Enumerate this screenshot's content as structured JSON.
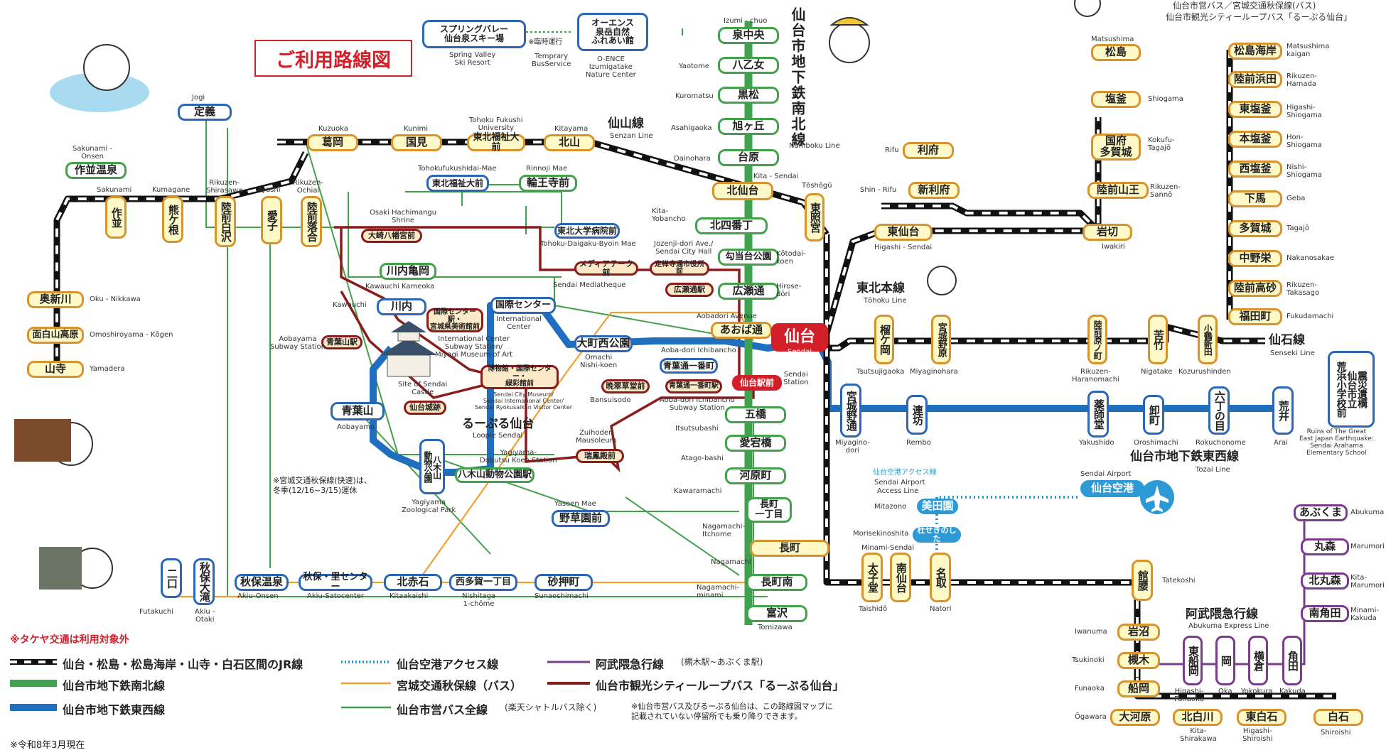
{
  "header": {
    "title": "ご利用路線図",
    "top_right_1": "仙台市営バス／宮城交通秋保線(バス)",
    "top_right_2": "仙台市観光シティーループバス「るーぷる仙台」"
  },
  "colors": {
    "jr": "#111111",
    "namboku": "#3fa34d",
    "tozai": "#1f6fbf",
    "airport": "#2d9ad6",
    "abukuma": "#7b3c8f",
    "akiu_bus": "#f0a030",
    "loople": "#8b1c1c",
    "city_bus": "#44a14b",
    "station_fill": "#fff9c8",
    "station_border": "#d9932c",
    "accent_red": "#d21f2a"
  },
  "line_names": {
    "namboku_jp": "仙台市地下鉄南北線",
    "namboku_en": "Namboku Line",
    "senzan_jp": "仙山線",
    "senzan_en": "Senzan Line",
    "tohoku_jp": "東北本線",
    "tohoku_en": "Tōhoku Line",
    "senseki_jp": "仙石線",
    "senseki_en": "Senseki Line",
    "tozai_jp": "仙台市地下鉄東西線",
    "tozai_en": "Tozai Line",
    "airport_jp": "仙台空港アクセス線",
    "airport_en1": "Sendai Airport",
    "airport_en2": "Access Line",
    "abukuma_jp": "阿武隈急行線",
    "abukuma_en": "Abukuma Express Line",
    "loople_jp": "るーぷる仙台",
    "loople_en": "Loople Sendai"
  },
  "stations": {
    "izumichuo": "泉中央",
    "izumichuo_en": "Izumi - chuo",
    "yaotome": "八乙女",
    "yaotome_en": "Yaotome",
    "kuromatsu": "黒松",
    "kuromatsu_en": "Kuromatsu",
    "asahigaoka": "旭ヶ丘",
    "asahigaoka_en": "Asahigaoka",
    "dainohara": "台原",
    "dainohara_en": "Dainohara",
    "kitasendai": "北仙台",
    "kitasendai_en": "Kita - Sendai",
    "kitayobancho": "北四番丁",
    "kitayobancho_en": "Kita-\nYobancho",
    "kotodai": "勾当台公園",
    "kotodai_en": "Kōtodai-\nkoen",
    "hirosedori": "広瀬通",
    "hirosedori_en": "Hirose-\ndōri",
    "aobadori": "あおば通",
    "aobadori_en": "Aobadori Avenue",
    "sendai": "仙台",
    "sendai_en": "Sendai",
    "itsutsubashi": "五橋",
    "itsutsubashi_en": "Itsutsubashi",
    "atagobashi": "愛宕橋",
    "atagobashi_en": "Atago-bashi",
    "kawaramachi": "河原町",
    "kawaramachi_en": "Kawaramachi",
    "nagamachi1": "長町\n一丁目",
    "nagamachi1_en": "Nagamachi-\nItchome",
    "nagamachi": "長町",
    "nagamachi_en": "Nagamachi",
    "nagamachiminami": "長町南",
    "nagamachiminami_en": "Nagamachi-\nminami",
    "tomizawa": "富沢",
    "tomizawa_en": "Tomizawa",
    "toshogu": "東照宮",
    "toshogu_en": "Tōshōgū",
    "higashisendai": "東仙台",
    "higashisendai_en": "Higashi - Sendai",
    "rifu": "利府",
    "rifu_en": "Rifu",
    "shinrifu": "新利府",
    "shinrifu_en": "Shin - Rifu",
    "iwakiri": "岩切",
    "iwakiri_en": "Iwakiri",
    "rikuzensanno": "陸前山王",
    "rikuzensanno_en": "Rikuzen-\nSannō",
    "kokufutagajo": "国府\n多賀城",
    "kokufutagajo_en": "Kokufu-\nTagajō",
    "shiogama": "塩釜",
    "shiogama_en": "Shiogama",
    "matsushima": "松島",
    "matsushima_en": "Matsushima",
    "matsushimakaigan": "松島海岸",
    "matsushimakaigan_en": "Matsushima\nkaigan",
    "rikuzenhamada": "陸前浜田",
    "rikuzenhamada_en": "Rikuzen-\nHamada",
    "higashishiogama": "東塩釜",
    "higashishiogama_en": "Higashi-\nShiogama",
    "honshiogama": "本塩釜",
    "honshiogama_en": "Hon-\nShiogama",
    "nishishiogama": "西塩釜",
    "nishishiogama_en": "Nishi-\nShiogama",
    "geba": "下馬",
    "geba_en": "Geba",
    "tagajo": "多賀城",
    "tagajo_en": "Tagajō",
    "nakanosakae": "中野栄",
    "nakanosakae_en": "Nakanosakae",
    "rikuzentakasago": "陸前高砂",
    "rikuzentakasago_en": "Rikuzen-\nTakasago",
    "fukudamachi": "福田町",
    "fukudamachi_en": "Fukudamachi",
    "kozurushinden": "小鶴新田",
    "kozurushinden_en": "Kozurushinden",
    "nigatake": "苦竹",
    "nigatake_en": "Nigatake",
    "rikuzenharanomachi": "陸前原ノ町",
    "rikuzenharanomachi_en": "Rikuzen-\nHaranomachi",
    "miyaginohara": "宮城野原",
    "miyaginohara_en": "Miyaginohara",
    "tsutsujigaoka": "榴ケ岡",
    "tsutsujigaoka_en": "Tsutsujigaoka",
    "miyaginodori": "宮城野通",
    "miyaginodori_en": "Miyagino-\ndori",
    "rembo": "連坊",
    "rembo_en": "Rembo",
    "yakushido": "薬師堂",
    "yakushido_en": "Yakushido",
    "oroshimachi": "卸町",
    "oroshimachi_en": "Oroshimachi",
    "rokuchonome": "六丁の目",
    "rokuchonome_en": "Rokuchonome",
    "arai": "荒井",
    "arai_en": "Arai",
    "arahama": "震災遺構\n仙台市立\n荒浜小学校前",
    "arahama_en": "Ruins of The Great\nEast Japan Earthquake:\nSendai Arahama\nElementary School",
    "sendaiairport": "仙台空港",
    "sendaiairport_en": "Sendai Airport",
    "mitazono": "美田園",
    "mitazono_en": "Mitazono",
    "morisekinoshita": "杜せきのした",
    "morisekinoshita_en": "Morisekinoshita",
    "minamisendai": "南仙台",
    "minamisendai_en": "Minami-Sendai",
    "taishido": "太子堂",
    "taishido_en": "Taishidō",
    "natori": "名取",
    "natori_en": "Natori",
    "tatekoshi": "館腰",
    "tatekoshi_en": "Tatekoshi",
    "iwanuma": "岩沼",
    "iwanuma_en": "Iwanuma",
    "tsukinoki": "槻木",
    "tsukinoki_en": "Tsukinoki",
    "funaoka": "船岡",
    "funaoka_en": "Funaoka",
    "ogawara": "大河原",
    "ogawara_en": "Ōgawara",
    "kitashirakawa": "北白川",
    "kitashirakawa_en": "Kita-\nShirakawa",
    "higashishiroishi": "東白石",
    "higashishiroishi_en": "Higashi-\nShiroishi",
    "shiroishi": "白石",
    "shiroishi_en": "Shiroishi",
    "higashifunaoka": "東船岡",
    "higashifunaoka_en": "Higashi-\nFunaoka",
    "oka": "岡",
    "oka_en": "Oka",
    "yokokura": "横倉",
    "yokokura_en": "Yokokura",
    "kakuda": "角田",
    "kakuda_en": "Kakuda",
    "minamikakuda": "南角田",
    "minamikakuda_en": "Minami-\nKakuda",
    "kitamarumori": "北丸森",
    "kitamarumori_en": "Kita-\nMarumori",
    "marumori": "丸森",
    "marumori_en": "Marumori",
    "abukuma": "あぶくま",
    "abukuma_en": "Abukuma",
    "kawauchi": "川内",
    "kawauchi_en": "Kawauchi",
    "kokusaicenter": "国際センター",
    "kokusaicenter_en": "International\nCenter",
    "omachinishikoen": "大町西公園",
    "omachinishikoen_en": "Omachi\nNishi-koen",
    "aobadoriichibancho": "青葉通一番町",
    "aobadoriichibancho_en": "Aoba-dori Ichibancho",
    "aobayama": "青葉山",
    "aobayama_en": "Aobayama",
    "yagiyama": "八木山\n動物公園",
    "yagiyama_en": "Yagiyama\nZoological Park",
    "kuzuoka": "葛岡",
    "kuzuoka_en": "Kuzuoka",
    "kunimi": "国見",
    "kunimi_en": "Kunimi",
    "tohokufukushi": "東北福祉大前",
    "tohokufukushi_en": "Tohoku Fukushi\nUniversity",
    "kitayama": "北山",
    "kitayama_en": "Kitayama",
    "sakunami": "作並",
    "sakunami_en": "Sakunami",
    "kumagane": "熊ケ根",
    "kumagane_en": "Kumagane",
    "rikuzenshirasawa": "陸前白沢",
    "rikuzenshirasawa_en": "Rikuzen-\nShirasawa",
    "ayashi": "愛子",
    "ayashi_en": "Ayashi",
    "rikuzenochiai": "陸前落合",
    "rikuzenochiai_en": "Rikuzen-\nOchiai",
    "okunikkawa": "奥新川",
    "okunikkawa_en": "Oku - Nikkawa",
    "omoshiroyama": "面白山高原",
    "omoshiroyama_en": "Omoshiroyama - Kōgen",
    "yamadera": "山寺",
    "yamadera_en": "Yamadera",
    "sakunamionsen": "作並温泉",
    "sakunamionsen_en": "Sakunami -\nOnsen",
    "jogi": "定義",
    "jogi_en": "Jogi",
    "springvalley": "スプリングバレー\n仙台泉スキー場",
    "springvalley_en": "Spring Valley\nSki Resort",
    "oence": "オーエンス\n泉岳自然\nふれあい館",
    "oence_en": "O-ENCE\nIzumigatake\nNature Center",
    "rinnoji": "輪王寺前",
    "rinnoji_en": "Rinnoji Mae",
    "tohokufukushidai_bus": "東北福祉大前",
    "tohokufukushidai_bus_en": "Tohokufukushidai-Mae",
    "tohokudaigakubyoin": "東北大学病院前",
    "tohokudaigakubyoin_en": "Tohoku-Daigaku-Byoin Mae",
    "osakihachiman": "大崎八幡宮前",
    "osakihachiman_en": "Osaki Hachimangu\nShrine",
    "mediatheque": "メディアテーク前",
    "mediatheque_en": "Sendai Mediatheque",
    "jozenji": "定禅寺通市役所前",
    "jozenji_en": "Jozenji-dori Ave./\nSendai City Hall",
    "hirosedori_bus": "広瀬通駅",
    "kawauchikameoka": "川内亀岡",
    "kawauchikameoka_en": "Kawauchi Kameoka",
    "kokusai_bus": "国際センター駅・\n宮城県美術館前",
    "kokusai_bus_en": "International Center\nSubway Station/\nMiyagi Museum of Art",
    "aobayama_bus": "青葉山駅",
    "aobayama_bus_en": "Aobayama\nSubway Station",
    "sendaijoseki": "仙台城跡",
    "sendaijoseki_en": "Site of Sendai\nCastle",
    "hakubutsukan": "博物館・国際センター・\n緑彩館前",
    "hakubutsukan_en": "Sendai City Museum/\nSendai International Center/\nSendai Ryokusaikan Visitor Center",
    "bansuisodo": "晩翠草堂前",
    "bansuisodo_en": "Bansuisodo",
    "aobadori_bus": "青葉通一番町駅",
    "aobadori_bus_en": "Aoba-dori Ichibancho\nSubway Station",
    "sendaiekimae": "仙台駅前",
    "sendaiekimae_en": "Sendai\nStation",
    "zuihoden": "瑞鳳殿前",
    "zuihoden_en": "Zuihoden\nMausoleum",
    "yagiyama_bus": "八木山動物公園駅",
    "yagiyama_bus_en": "Yagiyama-\nDobutsu Koen Station",
    "yasoen": "野草園前",
    "yasoen_en": "Yasoen Mae",
    "akiuonsen": "秋保温泉",
    "akiuonsen_en": "Akiu-Onsen",
    "akiusato": "秋保・里センター",
    "akiusato_en": "Akiu-Satocenter",
    "kitaakaishi": "北赤石",
    "kitaakaishi_en": "Kitaakaishi",
    "nishitaga": "西多賀一丁目",
    "nishitaga_en": "Nishitaga\n1-chōme",
    "sunaoshimachi": "砂押町",
    "sunaoshimachi_en": "Sunaoshimachi",
    "futakuchi": "二口",
    "futakuchi_en": "Futakuchi",
    "akiuotaki": "秋保大滝",
    "akiuotaki_en": "Akiu -\nOtaki",
    "temp_bus": "※臨時運行",
    "temp_bus_en": "Temprary\nBusService"
  },
  "notes": {
    "takeya": "※タケヤ交通は利用対象外",
    "akiu_winter": "※宮城交通秋保線(快速)は、\n冬季(12/16~3/15)運休",
    "footnote": "※仙台市営バス及びるーぷる仙台は、この路線図マップに\n記載されていない停留所でも乗り降りできます。",
    "date": "※令和8年3月現在"
  },
  "legend": {
    "jr": "仙台・松島・松島海岸・山寺・白石区間のJR線",
    "namboku": "仙台市地下鉄南北線",
    "tozai": "仙台市地下鉄東西線",
    "airport": "仙台空港アクセス線",
    "akiu": "宮城交通秋保線（バス）",
    "citybus": "仙台市営バス全線",
    "citybus_note": "(楽天シャトルバス除く)",
    "abukuma": "阿武隈急行線",
    "abukuma_note": "(槻木駅~あぶくま駅)",
    "loople": "仙台市観光シティーループバス「るーぷる仙台」"
  }
}
